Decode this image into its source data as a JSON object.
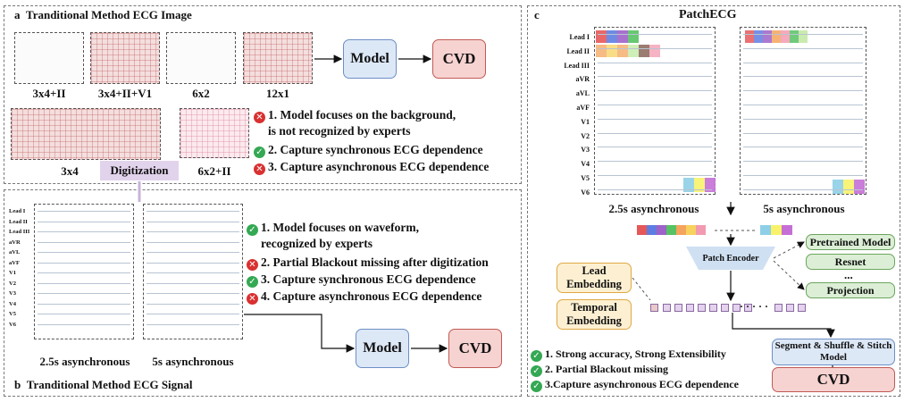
{
  "panel_a": {
    "letter": "a",
    "title": "Tranditional Method ECG Image",
    "thumb_labels": [
      "3x4+II",
      "3x4+II+V1",
      "6x2",
      "12x1",
      "3x4",
      "6x2+II"
    ],
    "model": "Model",
    "cvd": "CVD",
    "notes": [
      {
        "icon": "bad",
        "lines": [
          "1. Model focuses on the background,",
          "is not recognized by experts"
        ]
      },
      {
        "icon": "ok",
        "lines": [
          "2. Capture synchronous ECG dependence"
        ]
      },
      {
        "icon": "bad",
        "lines": [
          "3. Capture asynchronous ECG dependence"
        ]
      }
    ]
  },
  "digitization": "Digitization",
  "panel_b": {
    "letter": "b",
    "title": "Tranditional Method ECG Signal",
    "leads": [
      "Lead I",
      "Lead II",
      "Lead III",
      "aVR",
      "aVL",
      "aVF",
      "V1",
      "V2",
      "V3",
      "V4",
      "V5",
      "V6"
    ],
    "labels": [
      "2.5s asynchronous",
      "5s asynchronous"
    ],
    "model": "Model",
    "cvd": "CVD",
    "notes": [
      {
        "icon": "ok",
        "lines": [
          "1. Model focuses on waveform,",
          "recognized by experts"
        ]
      },
      {
        "icon": "bad",
        "lines": [
          "2. Partial Blackout missing after digitization"
        ]
      },
      {
        "icon": "ok",
        "lines": [
          "3. Capture synchronous ECG dependence"
        ]
      },
      {
        "icon": "bad",
        "lines": [
          "4. Capture asynchronous ECG dependence"
        ]
      }
    ]
  },
  "panel_c": {
    "letter": "c",
    "title": "PatchECG",
    "leads": [
      "Lead I",
      "Lead II",
      "Lead III",
      "aVR",
      "aVL",
      "aVF",
      "V1",
      "V2",
      "V3",
      "V4",
      "V5",
      "V6"
    ],
    "labels": [
      "2.5s asynchronous",
      "5s asynchronous"
    ],
    "encoder": "Patch Encoder",
    "backbones": [
      "Pretrained Model",
      "Resnet",
      "...",
      "Projection"
    ],
    "lead_embedding": [
      "Lead",
      "Embedding"
    ],
    "temporal_embedding": [
      "Temporal",
      "Embedding"
    ],
    "dots": "· · · · ·",
    "segment": [
      "Segment & Shuffle & Stitch",
      "Model"
    ],
    "cvd": "CVD",
    "notes": [
      "1. Strong accuracy, Strong Extensibility",
      "2. Partial Blackout missing",
      "3.Capture asynchronous ECG dependence"
    ],
    "patch_colors": [
      "#e5585a",
      "#5f7de0",
      "#9e62c8",
      "#56c264",
      "#f4a45c",
      "#f7d25e",
      "#f29ab0",
      "#7a5042",
      "#8ecfe7",
      "#bfe8a0",
      "#f7f26a",
      "#c56fd6",
      "#7fd6e9"
    ]
  }
}
